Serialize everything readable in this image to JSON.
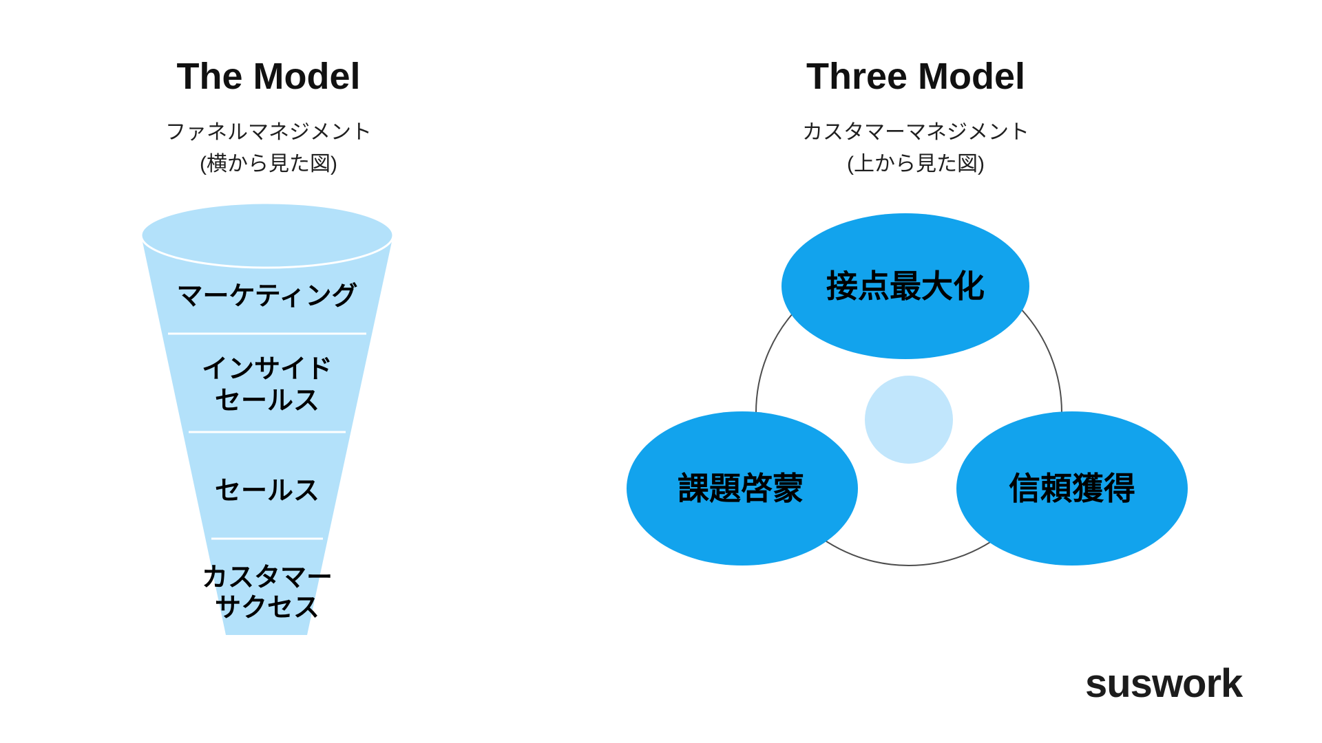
{
  "page": {
    "background": "#ffffff"
  },
  "left_panel": {
    "title": "The Model",
    "subtitle_line1": "ファネルマネジメント",
    "subtitle_line2": "(横から見た図)",
    "funnel": {
      "fill": "#b3e1fa",
      "rim_stroke": "#ffffff",
      "stages": [
        {
          "label": "マーケティング",
          "lines": [
            "マーケティング"
          ]
        },
        {
          "label": "インサイドセールス",
          "lines": [
            "インサイド",
            "セールス"
          ]
        },
        {
          "label": "セールス",
          "lines": [
            "セールス"
          ]
        },
        {
          "label": "カスタマーサクセス",
          "lines": [
            "カスタマー",
            "サクセス"
          ]
        }
      ]
    }
  },
  "right_panel": {
    "title": "Three Model",
    "subtitle_line1": "カスタマーマネジメント",
    "subtitle_line2": "(上から見た図)",
    "diagram": {
      "accent": "#12a3ed",
      "center_fill": "#c1e6fc",
      "ring_stroke": "#4d4d4d",
      "nodes": [
        {
          "label": "接点最大化",
          "position": "top"
        },
        {
          "label": "課題啓蒙",
          "position": "bottom-left"
        },
        {
          "label": "信頼獲得",
          "position": "bottom-right"
        }
      ]
    }
  },
  "footer": {
    "logo": "suswork"
  }
}
